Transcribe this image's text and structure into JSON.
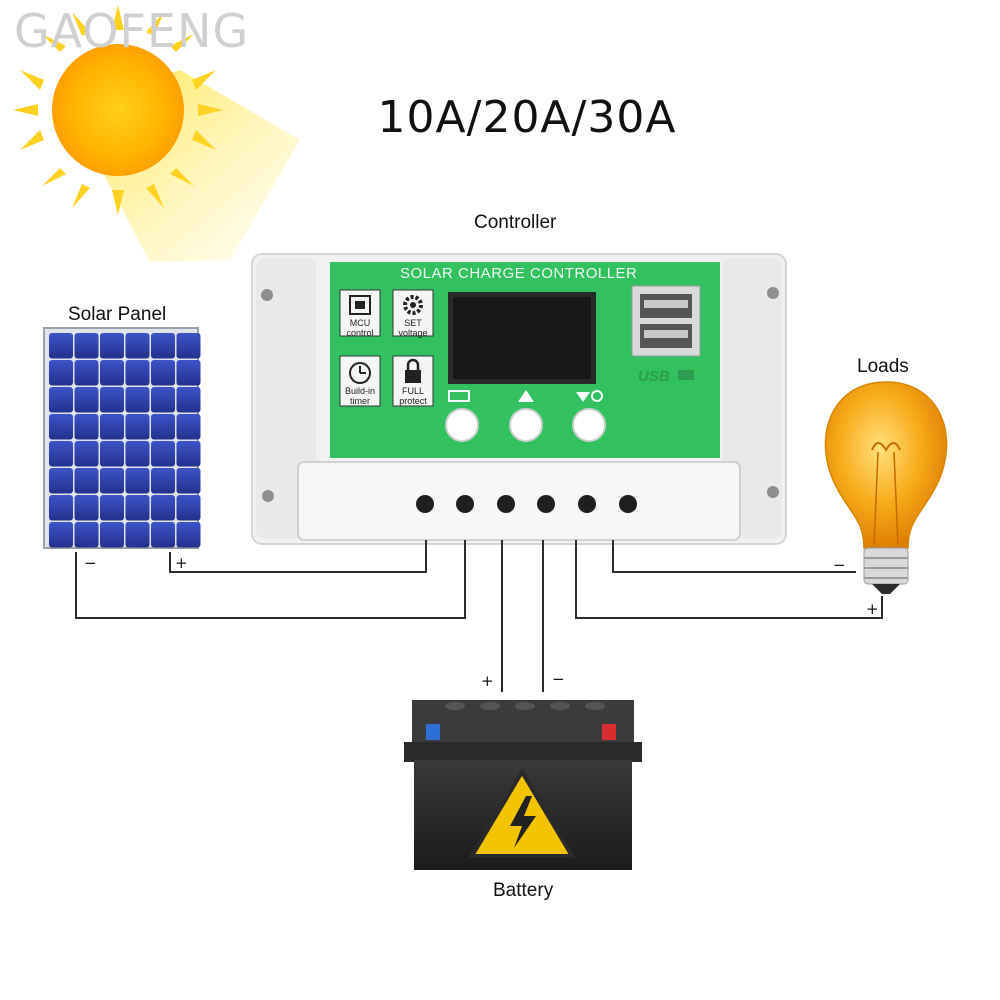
{
  "brand": "GAOFENG",
  "heading": "10A/20A/30A",
  "labels": {
    "controller": "Controller",
    "solar_panel": "Solar Panel",
    "loads": "Loads",
    "battery": "Battery"
  },
  "controller_panel": {
    "title": "SOLAR CHARGE CONTROLLER",
    "features": [
      {
        "line1": "MCU",
        "line2": "control"
      },
      {
        "line1": "SET",
        "line2": "voltage"
      },
      {
        "line1": "Build-in",
        "line2": "timer"
      },
      {
        "line1": "FULL",
        "line2": "protect"
      }
    ],
    "usb_label": "USB"
  },
  "signs": {
    "panel_minus": "−",
    "panel_plus": "+",
    "load_minus": "−",
    "load_plus": "+",
    "battery_plus": "+",
    "battery_minus": "−"
  },
  "colors": {
    "panel_green": "#31c25d",
    "panel_blue": "#2b3fa6",
    "bulb_amber": "#f5a623",
    "sun_yellow": "#ffd21f",
    "battery_body": "#2a2a2a",
    "warning_yellow": "#f5c400"
  }
}
